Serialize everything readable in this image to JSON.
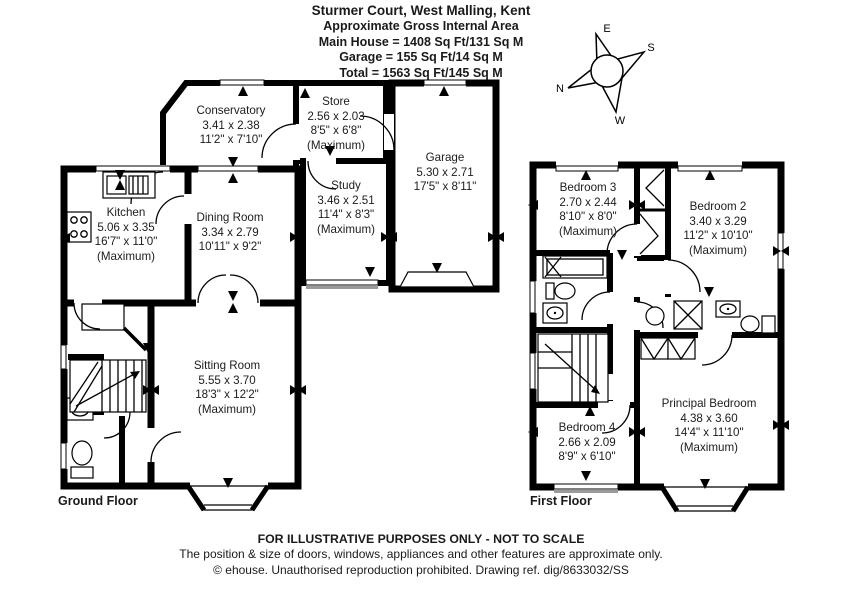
{
  "header": {
    "title": "Sturmer Court, West Malling, Kent",
    "line2": "Approximate Gross Internal Area",
    "line3": "Main House = 1408 Sq Ft/131 Sq M",
    "line4": "Garage = 155 Sq Ft/14 Sq M",
    "line5": "Total = 1563 Sq Ft/145 Sq M"
  },
  "compass": {
    "n": "N",
    "e": "E",
    "s": "S",
    "w": "W"
  },
  "floors": {
    "ground": "Ground Floor",
    "first": "First Floor"
  },
  "rooms": {
    "conservatory": {
      "name": "Conservatory",
      "metric": "3.41 x 2.38",
      "imperial": "11'2\" x 7'10\""
    },
    "store": {
      "name": "Store",
      "metric": "2.56 x 2.03",
      "imperial": "8'5\" x 6'8\"",
      "max": "(Maximum)"
    },
    "garage": {
      "name": "Garage",
      "metric": "5.30 x 2.71",
      "imperial": "17'5\" x 8'11\""
    },
    "study": {
      "name": "Study",
      "metric": "3.46 x 2.51",
      "imperial": "11'4\" x 8'3\"",
      "max": "(Maximum)"
    },
    "kitchen": {
      "name": "Kitchen",
      "metric": "5.06 x 3.35",
      "imperial": "16'7\" x 11'0\"",
      "max": "(Maximum)"
    },
    "dining": {
      "name": "Dining Room",
      "metric": "3.34 x 2.79",
      "imperial": "10'11\" x 9'2\""
    },
    "sitting": {
      "name": "Sitting Room",
      "metric": "5.55 x 3.70",
      "imperial": "18'3\" x 12'2\"",
      "max": "(Maximum)"
    },
    "bedroom3": {
      "name": "Bedroom 3",
      "metric": "2.70 x 2.44",
      "imperial": "8'10\" x 8'0\"",
      "max": "(Maximum)"
    },
    "bedroom2": {
      "name": "Bedroom 2",
      "metric": "3.40 x 3.29",
      "imperial": "11'2\" x 10'10\"",
      "max": "(Maximum)"
    },
    "bedroom4": {
      "name": "Bedroom 4",
      "metric": "2.66 x 2.09",
      "imperial": "8'9\" x 6'10\""
    },
    "principal": {
      "name": "Principal Bedroom",
      "metric": "4.38 x 3.60",
      "imperial": "14'4\" x 11'10\"",
      "max": "(Maximum)"
    }
  },
  "footer": {
    "line1": "FOR ILLUSTRATIVE PURPOSES ONLY - NOT TO SCALE",
    "line2": "The position & size of doors, windows, appliances and other features are approximate only.",
    "line3": "© ehouse. Unauthorised reproduction prohibited. Drawing ref. dig/8633032/SS"
  }
}
